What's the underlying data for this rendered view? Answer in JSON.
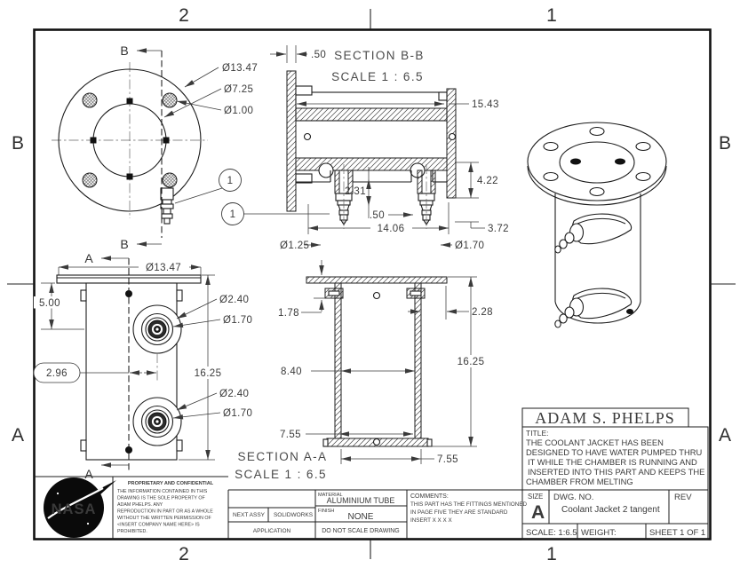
{
  "sheet": {
    "zones": {
      "top_left": "2",
      "top_right": "1",
      "bottom_left": "2",
      "bottom_right": "1",
      "left_top": "B",
      "left_bottom": "A",
      "right_top": "B",
      "right_bottom": "A"
    }
  },
  "front_view": {
    "dia_flange": "Ø13.47",
    "dia_bore": "Ø7.25",
    "dia_bolt_hole": "Ø1.00",
    "cut_letter": "B",
    "balloon_upper": "1",
    "balloon_lower": "1"
  },
  "section_bb": {
    "label": "SECTION B-B",
    "scale": "SCALE 1 : 6.5",
    "dim_flange_thickness": ".50",
    "dim_overall_width": "15.43",
    "dim_channel_depth": "2.31",
    "dim_bore": ".50",
    "dim_port_span": "14.06",
    "dim_step": "4.22",
    "dim_base_offset": "3.72",
    "dia_left_port": "Ø1.25",
    "dia_right_port": "Ø1.70"
  },
  "side_view": {
    "dia_flange": "Ø13.47",
    "dim_port_drop": "5.00",
    "dim_port_offset": "2.96",
    "dim_body_height": "16.25",
    "dia_upper_boss": "Ø2.40",
    "dia_upper_port": "Ø1.70",
    "dia_lower_boss": "Ø2.40",
    "dia_lower_port": "Ø1.70",
    "cut_letter": "A"
  },
  "section_aa": {
    "label": "SECTION A-A",
    "scale": "SCALE 1 : 6.5",
    "dim_fitting_drop": "1.78",
    "dim_flange_lip": "2.28",
    "dim_inner_width": "8.40",
    "dim_height": "16.25",
    "dim_wall_span": "7.55",
    "dim_base_width": "7.55"
  },
  "title_block": {
    "author": "ADAM S. PHELPS",
    "title_label": "TITLE:",
    "title_lines": [
      "THE COOLANT JACKET HAS BEEN",
      "DESIGNED TO HAVE WATER PUMPED THRU",
      "IT WHILE THE CHAMBER IS RUNNING AND",
      "INSERTED INTO THIS PART AND KEEPS THE",
      "CHAMBER FROM MELTING"
    ],
    "size_label": "SIZE",
    "size_value": "A",
    "dwg_label": "DWG.  NO.",
    "dwg_value": "Coolant Jacket 2 tangent",
    "rev_label": "REV",
    "scale_label": "SCALE: 1:6.5",
    "weight_label": "WEIGHT:",
    "sheet_label": "SHEET 1 OF 1"
  },
  "info_block": {
    "material_label": "MATERIAL",
    "material_value": "ALUMINIUM TUBE",
    "finish_label": "FINISH",
    "finish_value": "NONE",
    "next_assy": "NEXT ASSY",
    "used_on": "SOLIDWORKS",
    "application": "APPLICATION",
    "do_not_scale": "DO NOT SCALE DRAWING",
    "comments_label": "COMMENTS:",
    "comments_lines": [
      "THIS PART HAS THE FITTINGS MENTIONED",
      "IN PAGE FIVE THEY ARE STANDARD",
      "INSERT X X X X"
    ]
  },
  "proprietary": {
    "heading": "PROPRIETARY AND CONFIDENTIAL",
    "lines": [
      "THE INFORMATION CONTAINED IN THIS",
      "DRAWING IS THE SOLE PROPERTY OF",
      "ADAM PHELPS.  ANY",
      "REPRODUCTION IN PART OR AS A WHOLE",
      "WITHOUT THE WRITTEN PERMISSION OF",
      "<INSERT COMPANY NAME HERE> IS",
      "PROHIBITED."
    ],
    "logo_text": "NASA"
  },
  "colors": {
    "line": "#1c1c1c",
    "dim": "#3a3a3a",
    "paper": "#ffffff"
  }
}
